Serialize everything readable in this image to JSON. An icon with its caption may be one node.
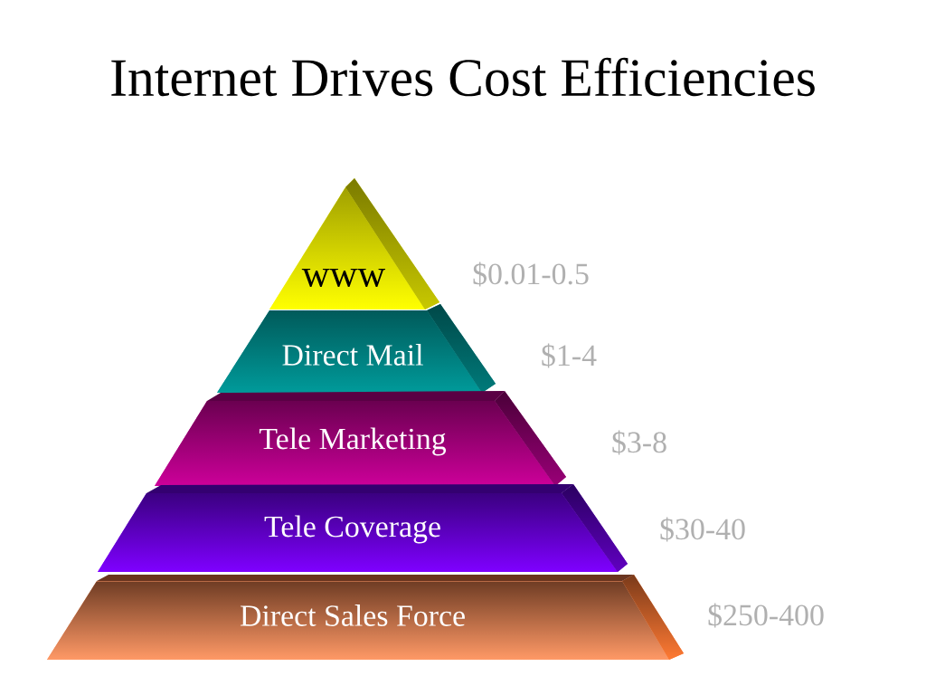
{
  "diagram": {
    "title": "Internet Drives Cost Efficiencies",
    "nodes": [
      {
        "text": [
          "www"
        ]
      },
      {
        "text": [
          "Direct Mail"
        ]
      },
      {
        "text": [
          "Tele Marketing"
        ]
      },
      {
        "text": [
          "Tele Coverage"
        ]
      },
      {
        "text": [
          "Direct Sales Force"
        ]
      }
    ],
    "labels": [
      "$0.01-0.5",
      "$1-4",
      "$3-8",
      "$30-40",
      "$250-400"
    ]
  }
}
